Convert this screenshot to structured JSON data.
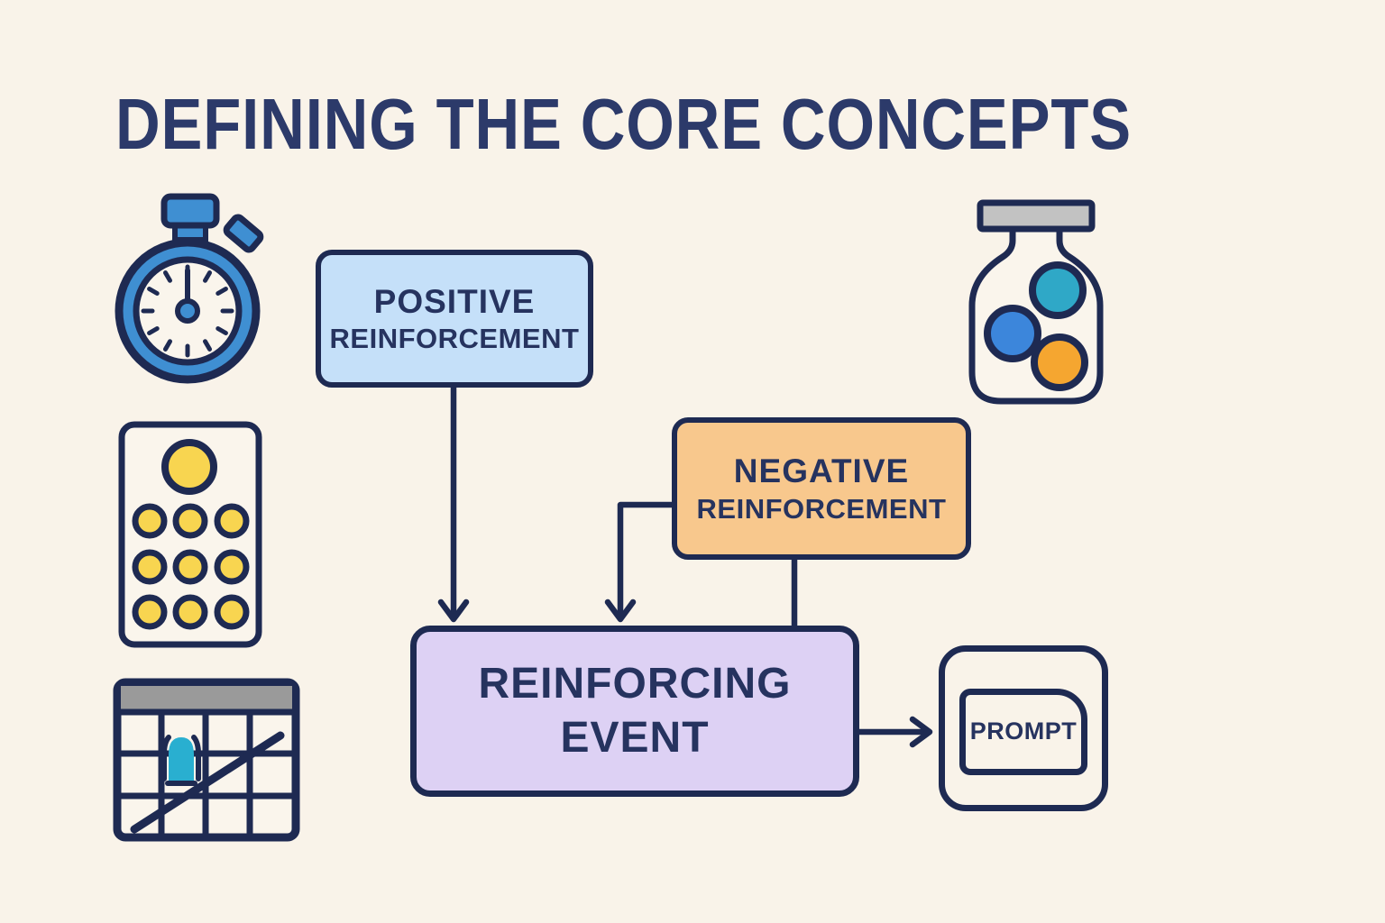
{
  "title": "DEFINING THE CORE CONCEPTS",
  "boxes": {
    "positive": {
      "line1": "POSITIVE",
      "line2": "REINFORCEMENT",
      "fill": "#c5e0f9"
    },
    "negative": {
      "line1": "NEGATIVE",
      "line2": "REINFORCEMENT",
      "fill": "#f8c88d"
    },
    "event": {
      "line1": "REINFORCING",
      "line2": "EVENT",
      "fill": "#ddd1f4"
    },
    "prompt": {
      "label": "PROMPT"
    }
  },
  "icons": {
    "top_left": "stopwatch-icon",
    "middle_left": "token-board-icon",
    "bottom_left": "calendar-schedule-icon",
    "top_right": "reward-jar-icon"
  },
  "colors": {
    "background": "#f9f3e9",
    "outline_navy": "#1e2a52",
    "title_navy": "#2c3a6a",
    "accent_blue": "#3f8fd2",
    "jar_blue": "#3c86db",
    "accent_teal": "#2fa8c7",
    "calendar_teal": "#29afd0",
    "accent_orange": "#f5a630",
    "accent_yellow": "#f8d550",
    "lid_gray": "#c2c2c2",
    "header_gray": "#9a9a9a"
  }
}
